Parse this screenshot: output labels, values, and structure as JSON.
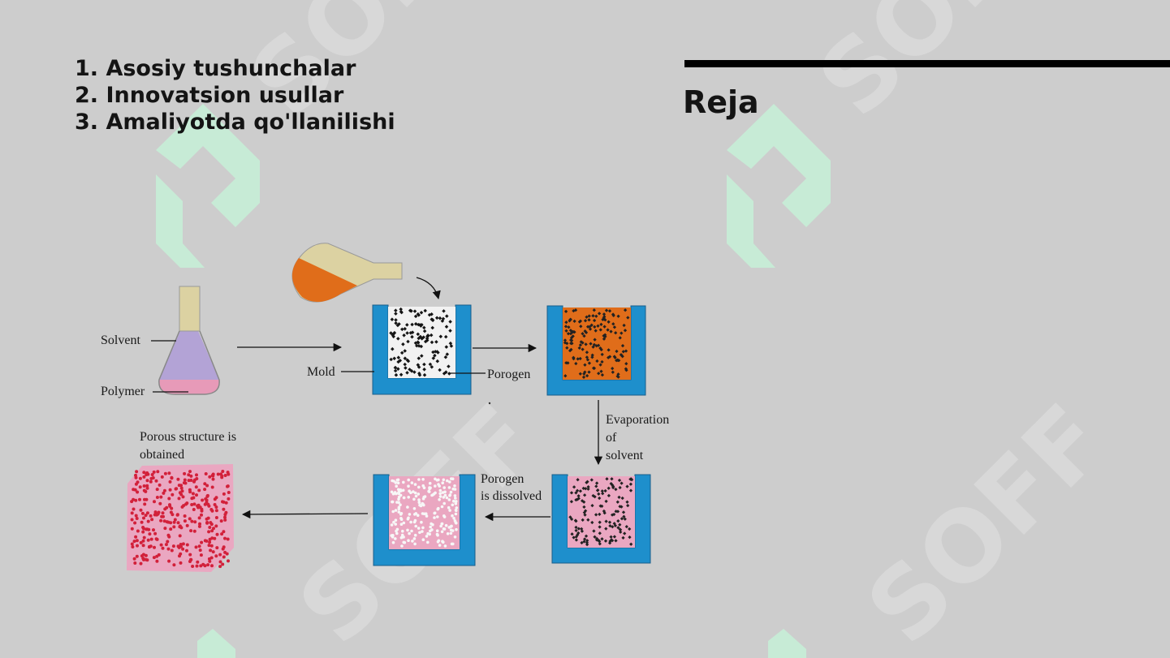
{
  "plan": {
    "items": [
      "1. Asosiy tushunchalar",
      "2. Innovatsion usullar",
      "3. Amaliyotda qo'llanilishi"
    ]
  },
  "section": {
    "title": "Reja"
  },
  "watermark": {
    "text": "SOFF"
  },
  "diagram": {
    "labels": {
      "solvent": "Solvent",
      "polymer": "Polymer",
      "mold": "Mold",
      "porogen": "Porogen",
      "evaporation": [
        "Evaporation",
        "of",
        "solvent"
      ],
      "porogen_dissolved": [
        "Porogen",
        "is dissolved"
      ],
      "porous": [
        "Porous structure is",
        "obtained"
      ]
    },
    "colors": {
      "mold": "#1e8fcc",
      "solvent": "#b3a3d6",
      "polymer": "#e79ab8",
      "flask_neck": "#dcd2a2",
      "orange": "#e06d1a",
      "pink": "#eaa7c1",
      "red_dot": "#d2203a"
    }
  }
}
